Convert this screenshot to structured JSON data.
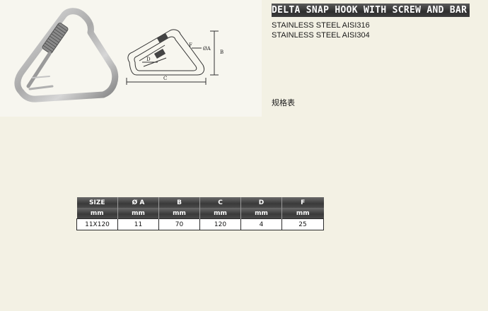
{
  "product": {
    "title": "DELTA SNAP HOOK WITH SCREW AND BAR",
    "materials": [
      "STAINLESS STEEL AISI316",
      "STAINLESS STEEL AISI304"
    ],
    "spec_label": "规格表"
  },
  "diagram": {
    "dim_a": "ØA",
    "dim_b": "B",
    "dim_c": "C",
    "dim_d": "D",
    "dim_f": "F"
  },
  "spec_table": {
    "headers": [
      "SIZE",
      "Ø A",
      "B",
      "C",
      "D",
      "F"
    ],
    "units": [
      "mm",
      "mm",
      "mm",
      "mm",
      "mm",
      "mm"
    ],
    "rows": [
      [
        "11X120",
        "11",
        "70",
        "120",
        "4",
        "25"
      ]
    ]
  },
  "colors": {
    "page_background": "#f3f1e4",
    "header_dark": "#3a3a3a",
    "metal": "#b9b9b9"
  },
  "icons": {
    "photo": "delta-snap-hook-photo",
    "diagram": "dimension-drawing"
  }
}
